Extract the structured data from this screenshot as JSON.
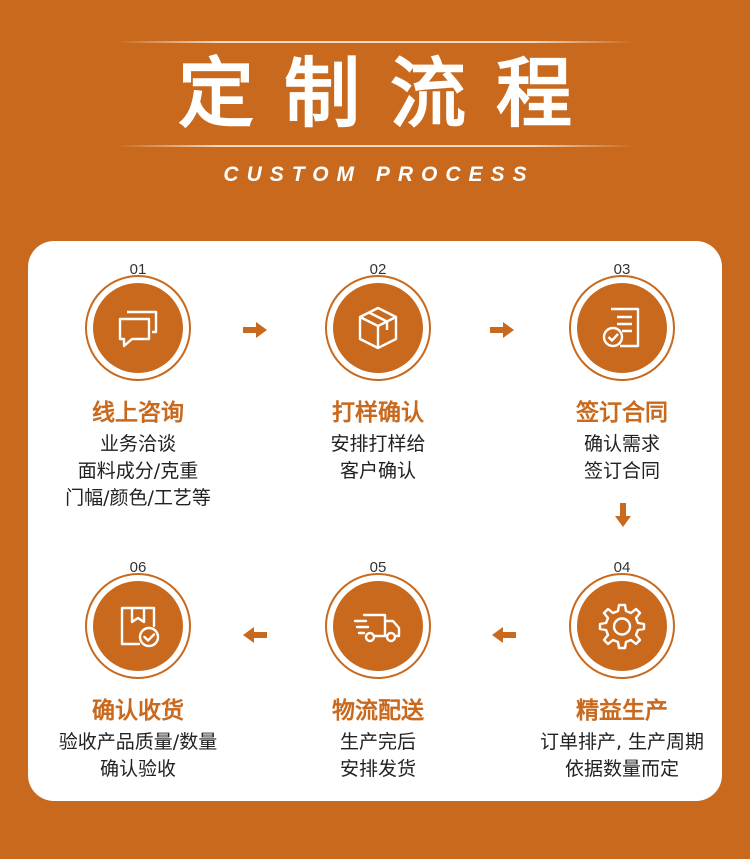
{
  "header": {
    "title": "定制流程",
    "subtitle": "CUSTOM PROCESS"
  },
  "colors": {
    "accent": "#c8691d",
    "background": "#c8691d",
    "card": "#ffffff",
    "text": "#222222"
  },
  "steps": [
    {
      "num": "01",
      "title": "线上咨询",
      "icon": "chat-bubbles-icon",
      "lines": [
        "业务洽谈",
        "面料成分/克重",
        "门幅/颜色/工艺等"
      ]
    },
    {
      "num": "02",
      "title": "打样确认",
      "icon": "sample-box-icon",
      "lines": [
        "安排打样给",
        "客户确认"
      ]
    },
    {
      "num": "03",
      "title": "签订合同",
      "icon": "contract-document-icon",
      "lines": [
        "确认需求",
        "签订合同"
      ]
    },
    {
      "num": "04",
      "title": "精益生产",
      "icon": "gear-icon",
      "lines": [
        "订单排产, 生产周期",
        "依据数量而定"
      ]
    },
    {
      "num": "05",
      "title": "物流配送",
      "icon": "delivery-truck-icon",
      "lines": [
        "生产完后",
        "安排发货"
      ]
    },
    {
      "num": "06",
      "title": "确认收货",
      "icon": "received-package-icon",
      "lines": [
        "验收产品质量/数量",
        "确认验收"
      ]
    }
  ]
}
